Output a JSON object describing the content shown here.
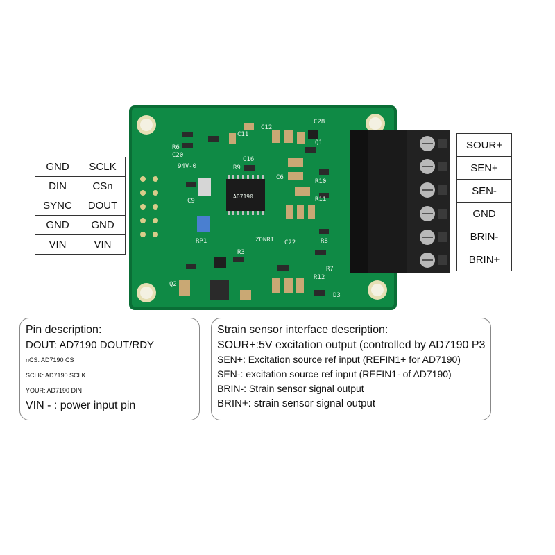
{
  "pin_table": {
    "rows": [
      [
        "GND",
        "SCLK"
      ],
      [
        "DIN",
        "CSn"
      ],
      [
        "SYNC",
        "DOUT"
      ],
      [
        "GND",
        "GND"
      ],
      [
        "VIN",
        "VIN"
      ]
    ]
  },
  "terminal_labels": [
    "SOUR+",
    "SEN+",
    "SEN-",
    "GND",
    "BRIN-",
    "BRIN+"
  ],
  "silkscreen": {
    "r6": "R6",
    "c20": "C20",
    "c11": "C11",
    "c12": "C12",
    "c28": "C28",
    "c16": "C16",
    "r9": "R9",
    "c6": "C6",
    "r10": "R10",
    "r11": "R11",
    "c9": "C9",
    "rp1": "RP1",
    "r3": "R3",
    "c22": "C22",
    "r8": "R8",
    "r7": "R7",
    "q1": "Q1",
    "q2": "Q2",
    "r12": "R12",
    "d3": "D3",
    "fr4": "94V-0",
    "chip": "AD7190",
    "zone": "ZONRI"
  },
  "pin_description": {
    "title": "Pin description:",
    "lines": [
      "DOUT: AD7190 DOUT/RDY",
      "nCS: AD7190 CS",
      "SCLK: AD7190 SCLK",
      "YOUR: AD7190 DIN",
      "VIN - : power input pin"
    ]
  },
  "strain_description": {
    "title": "Strain sensor interface description:",
    "lines": [
      "SOUR+:5V excitation output (controlled by AD7190 P3",
      "SEN+: Excitation source ref input (REFIN1+ for AD7190)",
      "SEN-: excitation source ref input (REFIN1- of AD7190)",
      "BRIN-: Strain sensor signal output",
      "BRIN+: strain sensor signal output"
    ]
  },
  "colors": {
    "pcb_green": "#0f8a45",
    "pcb_dark": "#0a6e36",
    "terminal_black": "#1a1a1a",
    "pad_gold": "#d9cc8a"
  }
}
